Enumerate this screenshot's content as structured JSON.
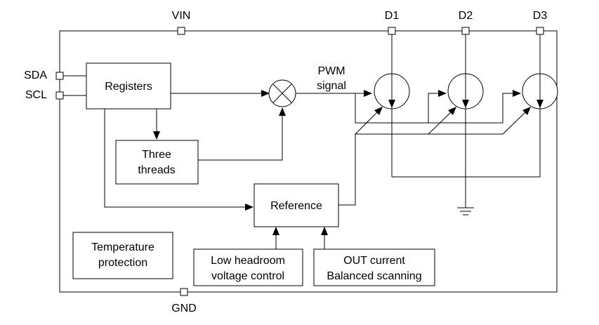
{
  "pins": {
    "vin": "VIN",
    "d1": "D1",
    "d2": "D2",
    "d3": "D3",
    "sda": "SDA",
    "scl": "SCL",
    "gnd": "GND"
  },
  "blocks": {
    "registers": "Registers",
    "three_threads": [
      "Three",
      "threads"
    ],
    "reference": "Reference",
    "temperature": [
      "Temperature",
      "protection"
    ],
    "low_headroom": [
      "Low headroom",
      "voltage control"
    ],
    "out_current": [
      "OUT current",
      "Balanced scanning"
    ]
  },
  "signals": {
    "pwm": [
      "PWM",
      "signal"
    ]
  }
}
